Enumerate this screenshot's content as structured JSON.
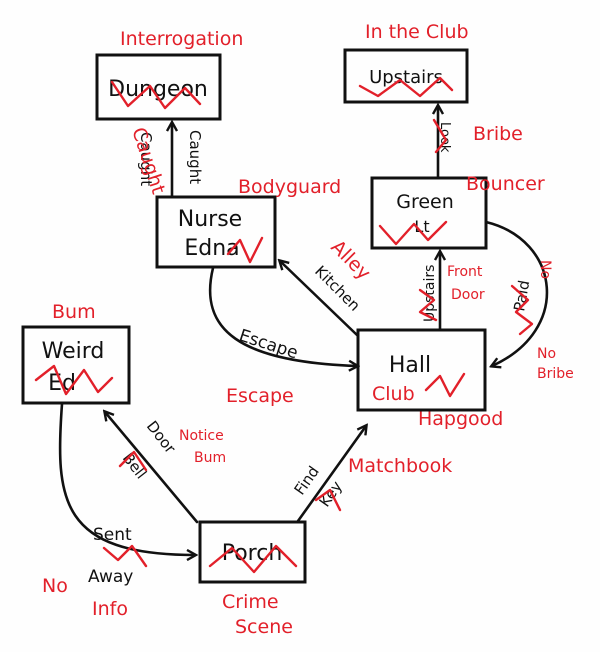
{
  "nodes": {
    "dungeon": "Dungeon",
    "upstairs": "Upstairs",
    "green": "Green",
    "green_sub": "Lt",
    "nurse": "Nurse",
    "edna": "Edna",
    "hall": "Hall",
    "weird": "Weird",
    "ed": "Ed",
    "porch": "Porch"
  },
  "edges": {
    "caught": "Caught",
    "look": "Look",
    "upstairs": "Upstairs",
    "paid": "Paid",
    "escape": "Escape",
    "kitchen": "Kitchen",
    "door": "Door",
    "bell": "Bell",
    "find": "Find",
    "key": "Key",
    "sent": "Sent",
    "away": "Away"
  },
  "red_notes": {
    "interrogation": "Interrogation",
    "in_the_club": "In the Club",
    "caught": "Caught",
    "bribe": "Bribe",
    "bodyguard": "Bodyguard",
    "bouncer": "Bouncer",
    "alley": "Alley",
    "front": "Front",
    "door": "Door",
    "no": "No",
    "no_bribe": "No Bribe",
    "bum": "Bum",
    "escape": "Escape",
    "club": "Club",
    "hapgood": "Hapgood",
    "notice": "Notice",
    "notice_bum": "Bum",
    "matchbook": "Matchbook",
    "no_info_no": "No",
    "info": "Info",
    "crime": "Crime",
    "scene": "Scene"
  }
}
